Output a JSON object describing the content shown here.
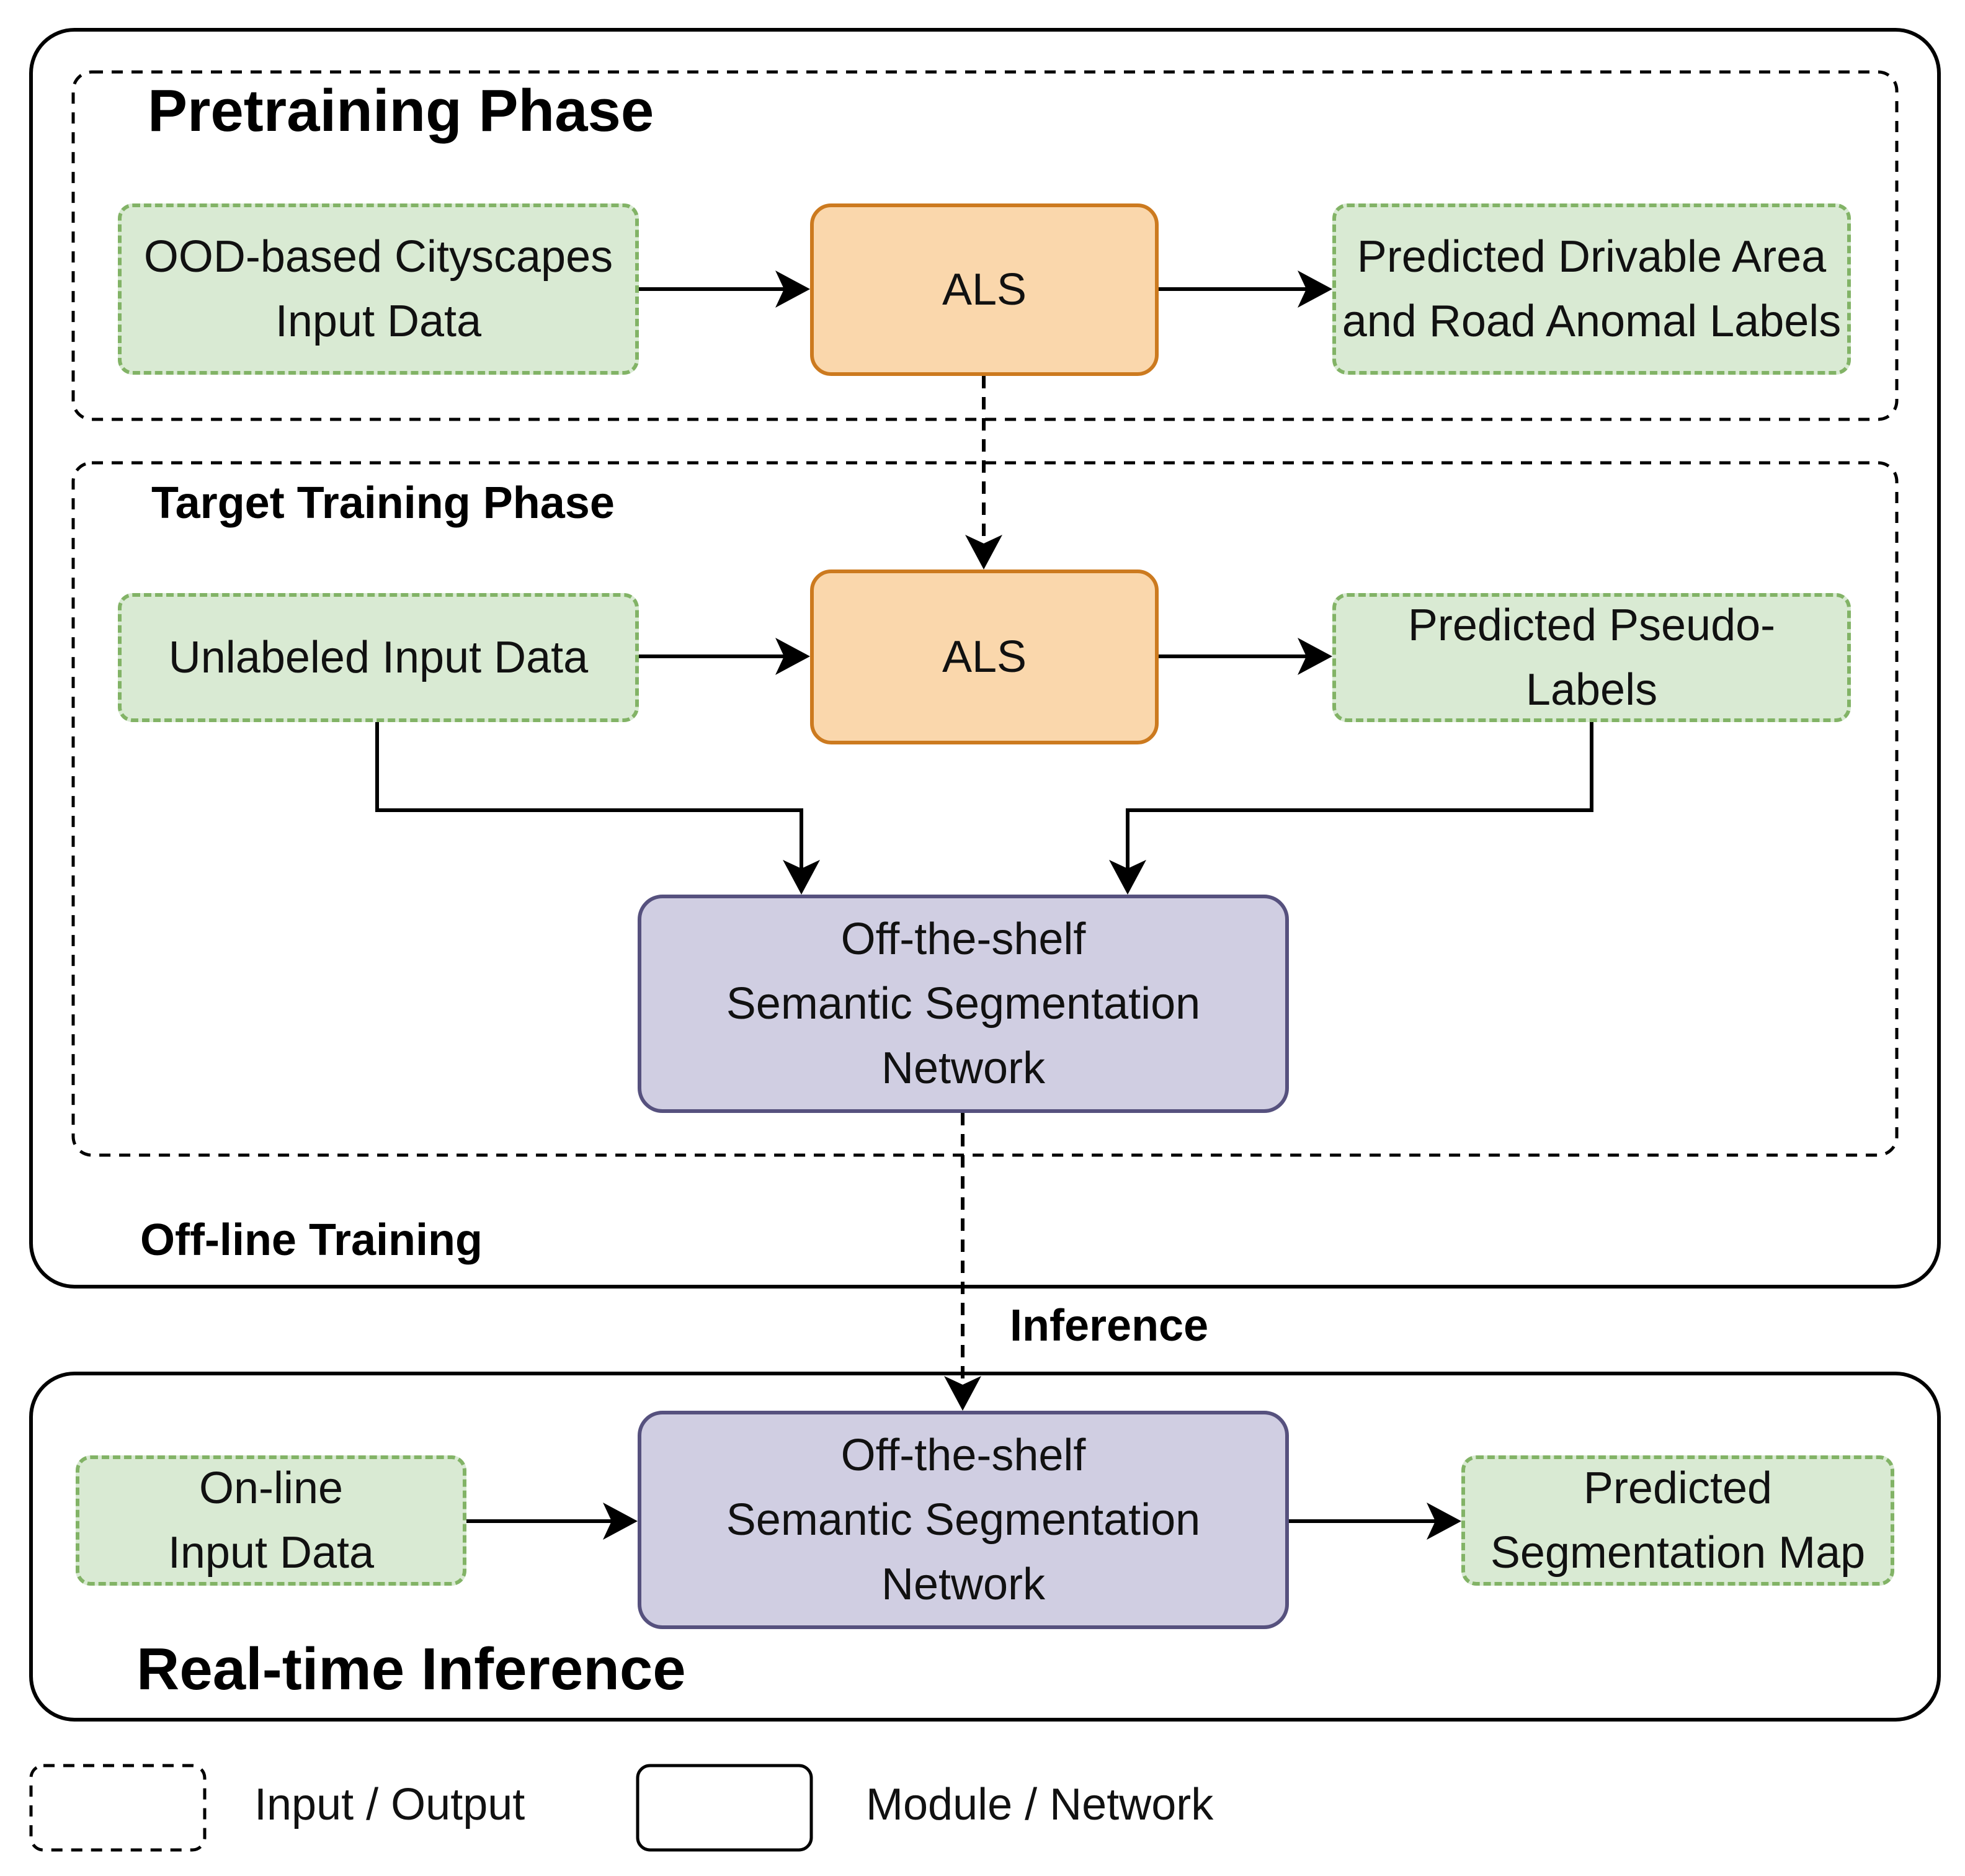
{
  "sections": {
    "pretraining_title": "Pretraining Phase",
    "target_training_title": "Target Training Phase",
    "offline_training_title": "Off-line Training",
    "inference_label": "Inference",
    "realtime_title": "Real-time Inference"
  },
  "pretraining": {
    "input": "OOD-based Cityscapes\nInput Data",
    "module": "ALS",
    "output": "Predicted Drivable Area\nand Road Anomal Labels"
  },
  "target_training": {
    "input": "Unlabeled Input Data",
    "module": "ALS",
    "output": "Predicted Pseudo-\nLabels",
    "network": "Off-the-shelf\nSemantic Segmentation\nNetwork"
  },
  "realtime": {
    "input": "On-line\nInput Data",
    "network": "Off-the-shelf\nSemantic Segmentation\nNetwork",
    "output": "Predicted\nSegmentation Map"
  },
  "legend": {
    "dashed_label": "Input / Output",
    "solid_label": "Module / Network"
  },
  "colors": {
    "io_fill": "#d9ead3",
    "io_border": "#82b366",
    "als_fill": "#fad7ac",
    "als_border": "#cc7a1f",
    "network_fill": "#d0cee2",
    "network_border": "#56517e"
  }
}
